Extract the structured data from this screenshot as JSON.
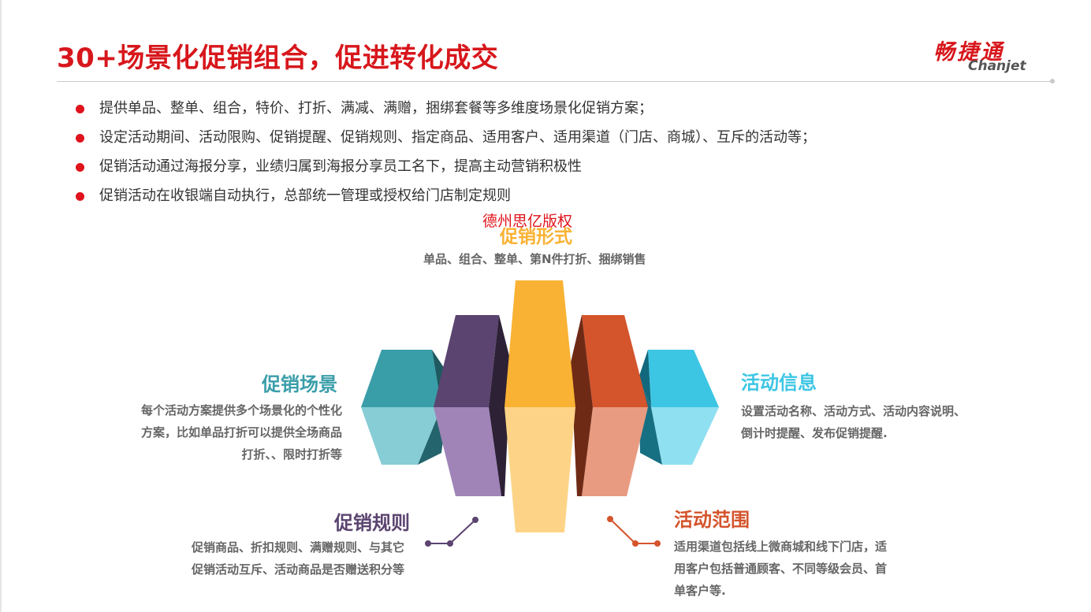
{
  "header": {
    "title": "30+场景化促销组合，促进转化成交",
    "logo": {
      "chinese": "畅捷通",
      "english": "Chanjet"
    }
  },
  "bullets": [
    "提供单品、整单、组合，特价、打折、满减、满赠，捆绑套餐等多维度场景化促销方案；",
    "设定活动期间、活动限购、促销提醒、促销规则、指定商品、适用客户、适用渠道（门店、商城）、互斥的活动等；",
    "促销活动通过海报分享，业绩归属到海报分享员工名下，提高主动营销积极性",
    "促销活动在收银端自动执行，总部统一管理或授权给门店制定规则"
  ],
  "watermark": "德州思亿版权",
  "sections": {
    "form": {
      "title": "促销形式",
      "desc": "单品、组合、整单、第N件打折、捆绑销售"
    },
    "scene": {
      "title": "促销场景",
      "desc_lines": [
        "每个活动方案提供多个场景化的个性化",
        "方案，比如单品打折可以提供全场商品",
        "打折、、限时打折等"
      ]
    },
    "info": {
      "title": "活动信息",
      "desc_lines": [
        "设置活动名称、活动方式、活动内容说明、",
        "倒计时提醒、发布促销提醒."
      ]
    },
    "rules": {
      "title": "促销规则",
      "desc_lines": [
        "促销商品、折扣规则、满赠规则、与其它",
        "促销活动互斥、活动商品是否赠送积分等"
      ]
    },
    "range": {
      "title": "活动范围",
      "desc_lines": [
        "适用渠道包括线上微商城和线下门店，适",
        "用客户包括普通顾客、不同等级会员、首",
        "单客户等."
      ]
    }
  },
  "colors": {
    "title_red": "#d7171c",
    "teal": "#3a9ea9",
    "purple": "#5b4470",
    "yellow": "#f9b233",
    "orange": "#d4542c",
    "cyan": "#3dc6e4",
    "label_gray": "#666666"
  }
}
